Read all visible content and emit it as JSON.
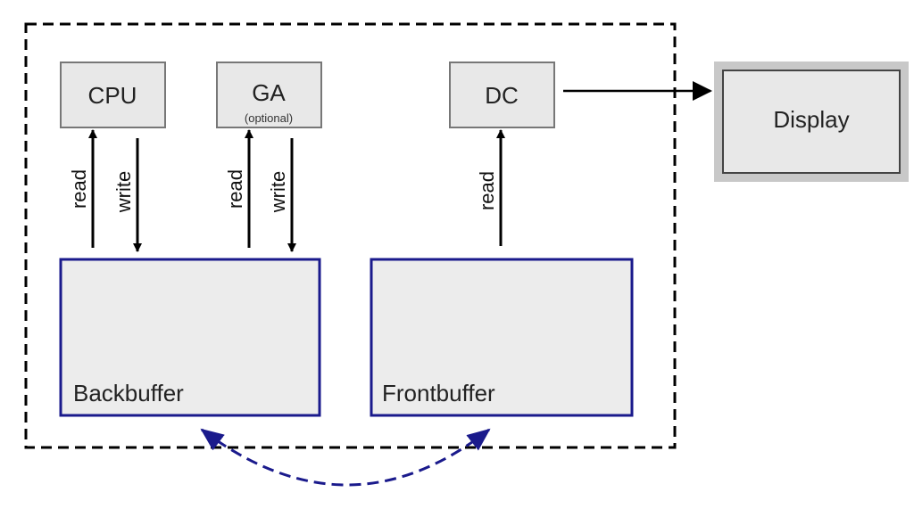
{
  "nodes": {
    "cpu": {
      "label": "CPU"
    },
    "ga": {
      "label": "GA",
      "sublabel": "(optional)"
    },
    "dc": {
      "label": "DC"
    },
    "display": {
      "label": "Display"
    },
    "backbuffer": {
      "label": "Backbuffer"
    },
    "frontbuffer": {
      "label": "Frontbuffer"
    }
  },
  "edges": {
    "cpu_read": "read",
    "cpu_write": "write",
    "ga_read": "read",
    "ga_write": "write",
    "dc_read": "read"
  },
  "colors": {
    "box_fill": "#e8e8e8",
    "box_stroke": "#777777",
    "buffer_fill": "#ececec",
    "buffer_stroke": "#1a1a8c",
    "swap_arrow": "#1a1a8c",
    "display_frame": "#c8c8c8",
    "arrow": "#000000"
  }
}
